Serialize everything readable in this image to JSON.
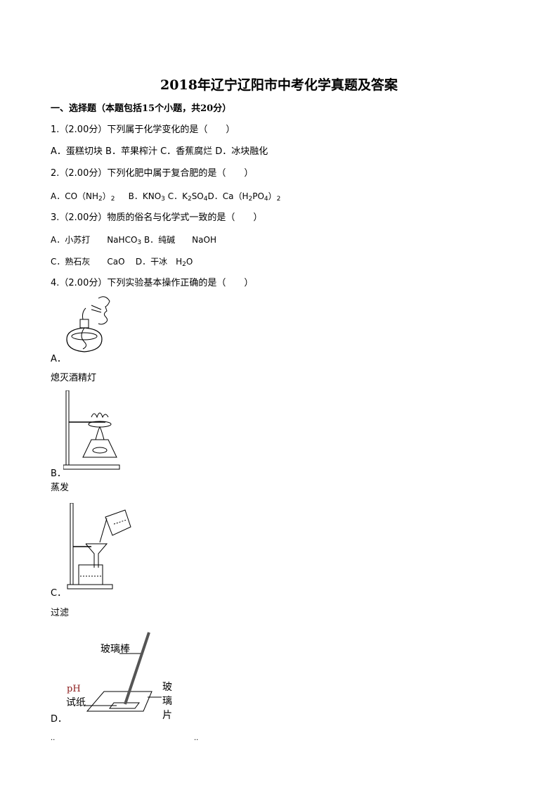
{
  "title": "2018年辽宁辽阳市中考化学真题及答案",
  "section": "一、选择题（本题包括15个小题，共20分）",
  "q1": {
    "stem": "1.（2.00分）下列属于化学变化的是（　　）",
    "options": "A．蛋糕切块 B．苹果榨汁 C．香蕉腐烂 D．冰块融化"
  },
  "q2": {
    "stem": "2.（2.00分）下列化肥中属于复合肥的是（　　）",
    "a": "A．CO（NH",
    "a_sub": "2",
    "a_end": "）",
    "a_sub2": "2",
    "b": "B．KNO",
    "b_sub": "3",
    "c": "C．K",
    "c_sub": "2",
    "c_mid": "SO",
    "c_sub2": "4",
    "d": "D．Ca（H",
    "d_sub": "2",
    "d_mid": "PO",
    "d_sub2": "4",
    "d_end": "）",
    "d_sub3": "2"
  },
  "q3": {
    "stem": "3.（2.00分）物质的俗名与化学式一致的是（　　）",
    "a": "A．小苏打　　NaHCO",
    "a_sub": "3",
    "b": "B．纯碱　　NaOH",
    "c": "C．熟石灰　　CaO",
    "d": "D．干冰　H",
    "d_sub": "2",
    "d_end": "O"
  },
  "q4": {
    "stem": "4.（2.00分）下列实验基本操作正确的是（　　）",
    "a_label": "A．",
    "a_caption": "熄灭酒精灯",
    "b_label": "B．",
    "b_caption": "蒸发",
    "c_label": "C．",
    "c_caption": "过滤",
    "d_label": "D．",
    "d_fig": {
      "rod": "玻璃棒",
      "ph": "pH",
      "paper": "试纸",
      "glass1": "玻",
      "glass2": "璃",
      "glass3": "片"
    }
  },
  "footer_dots": [
    "..",
    ".."
  ]
}
